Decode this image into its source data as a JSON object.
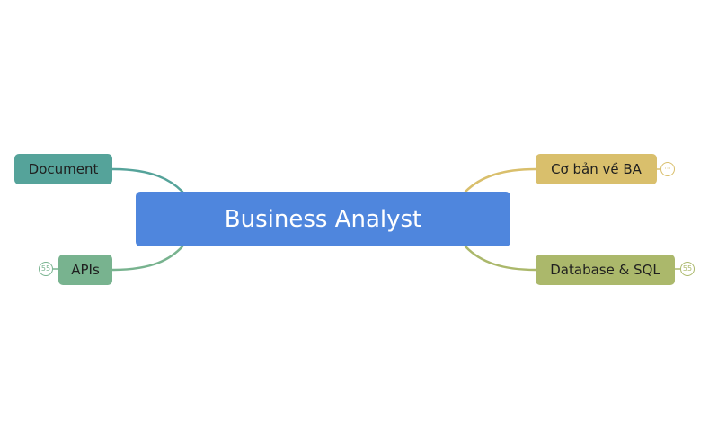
{
  "central": {
    "label": "Business Analyst",
    "color": "#4f86dd"
  },
  "topics": {
    "document": {
      "label": "Document",
      "color": "#55a39a"
    },
    "apis": {
      "label": "APIs",
      "color": "#78b38f",
      "badge": "55"
    },
    "coban": {
      "label": "Cơ bản về BA",
      "color": "#d9bf6c",
      "badge": "···"
    },
    "database": {
      "label": "Database & SQL",
      "color": "#abb86b",
      "badge": "55"
    }
  },
  "line_colors": {
    "document": "#55a39a",
    "apis": "#78b38f",
    "coban": "#d9bf6c",
    "database": "#abb86b"
  }
}
